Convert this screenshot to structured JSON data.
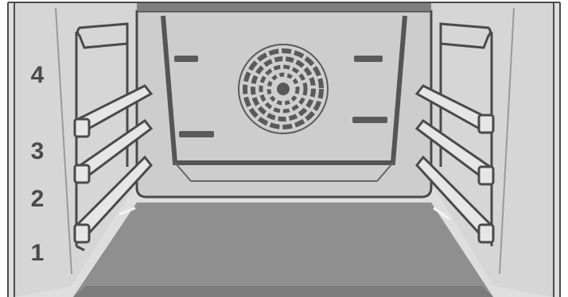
{
  "levels": [
    {
      "label": "4"
    },
    {
      "label": "3"
    },
    {
      "label": "2"
    },
    {
      "label": "1"
    }
  ],
  "colors": {
    "cavity_wall": "#dcdcdc",
    "back_panel": "#cfcfcf",
    "floor": "#8f8f8f",
    "frame": "#4a4a4a",
    "rails": "#7a7a7a",
    "fan_grille": "#5a5a5a",
    "labels": "#4a4a4a"
  },
  "icons": {
    "fan": "convection-fan-icon",
    "rack_left": "left-shelf-support-rack",
    "rack_right": "right-shelf-support-rack"
  }
}
